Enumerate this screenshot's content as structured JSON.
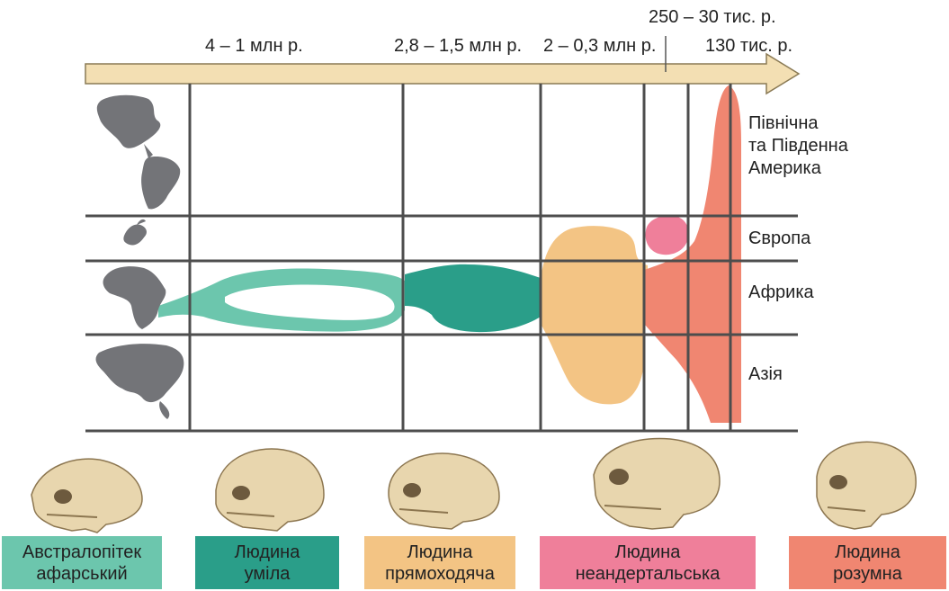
{
  "timeline_labels": {
    "t1": "4 – 1 млн р.",
    "t2": "2,8 – 1,5 млн р.",
    "t3": "2 – 0,3 млн р.",
    "t4": "250 – 30 тис. р.",
    "t5": "130 тис. р."
  },
  "regions": {
    "americas": [
      "Північна",
      "та Південна",
      "Америка"
    ],
    "europe": "Європа",
    "africa": "Африка",
    "asia": "Азія"
  },
  "species": [
    {
      "line1": "Австралопітек",
      "line2": "афарський",
      "color": "#6cc6ad"
    },
    {
      "line1": "Людина",
      "line2": "уміла",
      "color": "#2a9e89"
    },
    {
      "line1": "Людина",
      "line2": "прямоходяча",
      "color": "#f3c484"
    },
    {
      "line1": "Людина",
      "line2": "неандертальська",
      "color": "#ef7f9a"
    },
    {
      "line1": "Людина",
      "line2": "розумна",
      "color": "#f08671"
    }
  ],
  "colors": {
    "arrow": "#f3dfb3",
    "grid": "#4d4d4d",
    "continent": "#737478",
    "bone": "#e8d6ae"
  },
  "icons": [
    "north-south-america-map-icon",
    "europe-map-icon",
    "africa-map-icon",
    "asia-map-icon",
    "skull-icon"
  ]
}
